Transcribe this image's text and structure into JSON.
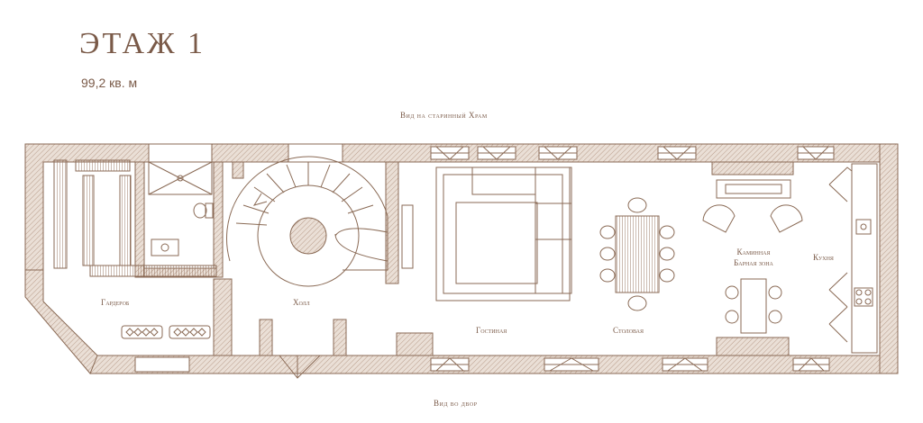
{
  "header": {
    "title": "ЭТАЖ 1",
    "area": "99,2 кв. м"
  },
  "views": {
    "top": "Вид на старинный Храм",
    "bottom": "Вид во двор"
  },
  "rooms": {
    "wardrobe": "Гардероб",
    "hall": "Холл",
    "living": "Гостиная",
    "dining": "Столовая",
    "fireplace_line1": "Каминная",
    "fireplace_line2": "Барная зона",
    "kitchen": "Кухня"
  },
  "colors": {
    "line": "#8a6a55",
    "wall_fill": "#e7dcd2",
    "text": "#7a5a48"
  }
}
